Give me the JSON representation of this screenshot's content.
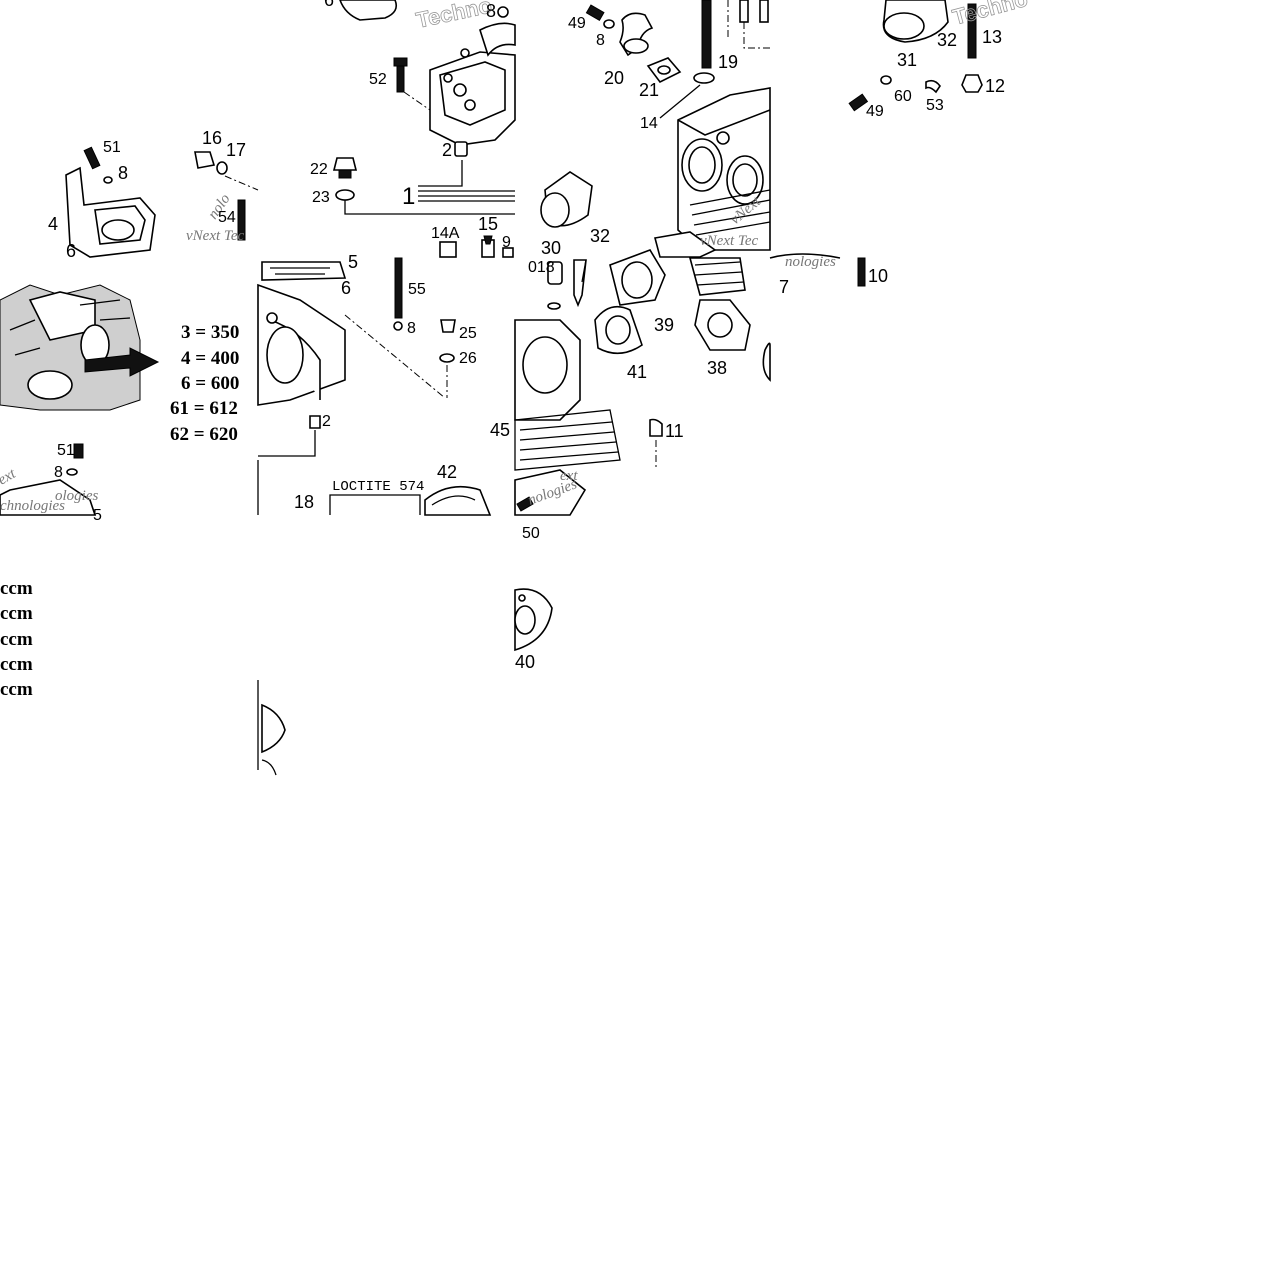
{
  "diagram": {
    "callouts_tile_a": [
      "6",
      "8",
      "52",
      "2",
      "22",
      "23",
      "1",
      "14A",
      "15",
      "9"
    ],
    "callouts_tile_b": [
      "49",
      "8",
      "20",
      "21",
      "19",
      "14",
      "30",
      "32",
      "018"
    ],
    "callouts_tile_c": [
      "31",
      "32",
      "13",
      "12",
      "60",
      "53",
      "49",
      "10",
      "7"
    ],
    "callouts_tile_d": [
      "51",
      "8",
      "4",
      "6",
      "16",
      "17",
      "54"
    ],
    "callouts_tile_e": [
      "5",
      "6",
      "55",
      "8",
      "25",
      "26",
      "2",
      "18",
      "42",
      "45"
    ],
    "callouts_tile_f": [
      "39",
      "41",
      "38",
      "11",
      "50",
      "40"
    ],
    "callouts_tile_g": [
      "51",
      "8",
      "5"
    ],
    "displacement_table": [
      {
        "code": "3 = 350",
        "unit": "ccm"
      },
      {
        "code": "4 = 400",
        "unit": "ccm"
      },
      {
        "code": "6 = 600",
        "unit": "ccm"
      },
      {
        "code": "61 = 612",
        "unit": "ccm"
      },
      {
        "code": "62 = 620",
        "unit": "ccm"
      }
    ],
    "sealant_label": "LOCTITE 574",
    "watermarks": [
      "Techno",
      "vNext",
      "Techno",
      "vNext Tech",
      "vNext Te",
      "nologies",
      "ologies",
      "ext",
      "chnologies"
    ]
  }
}
